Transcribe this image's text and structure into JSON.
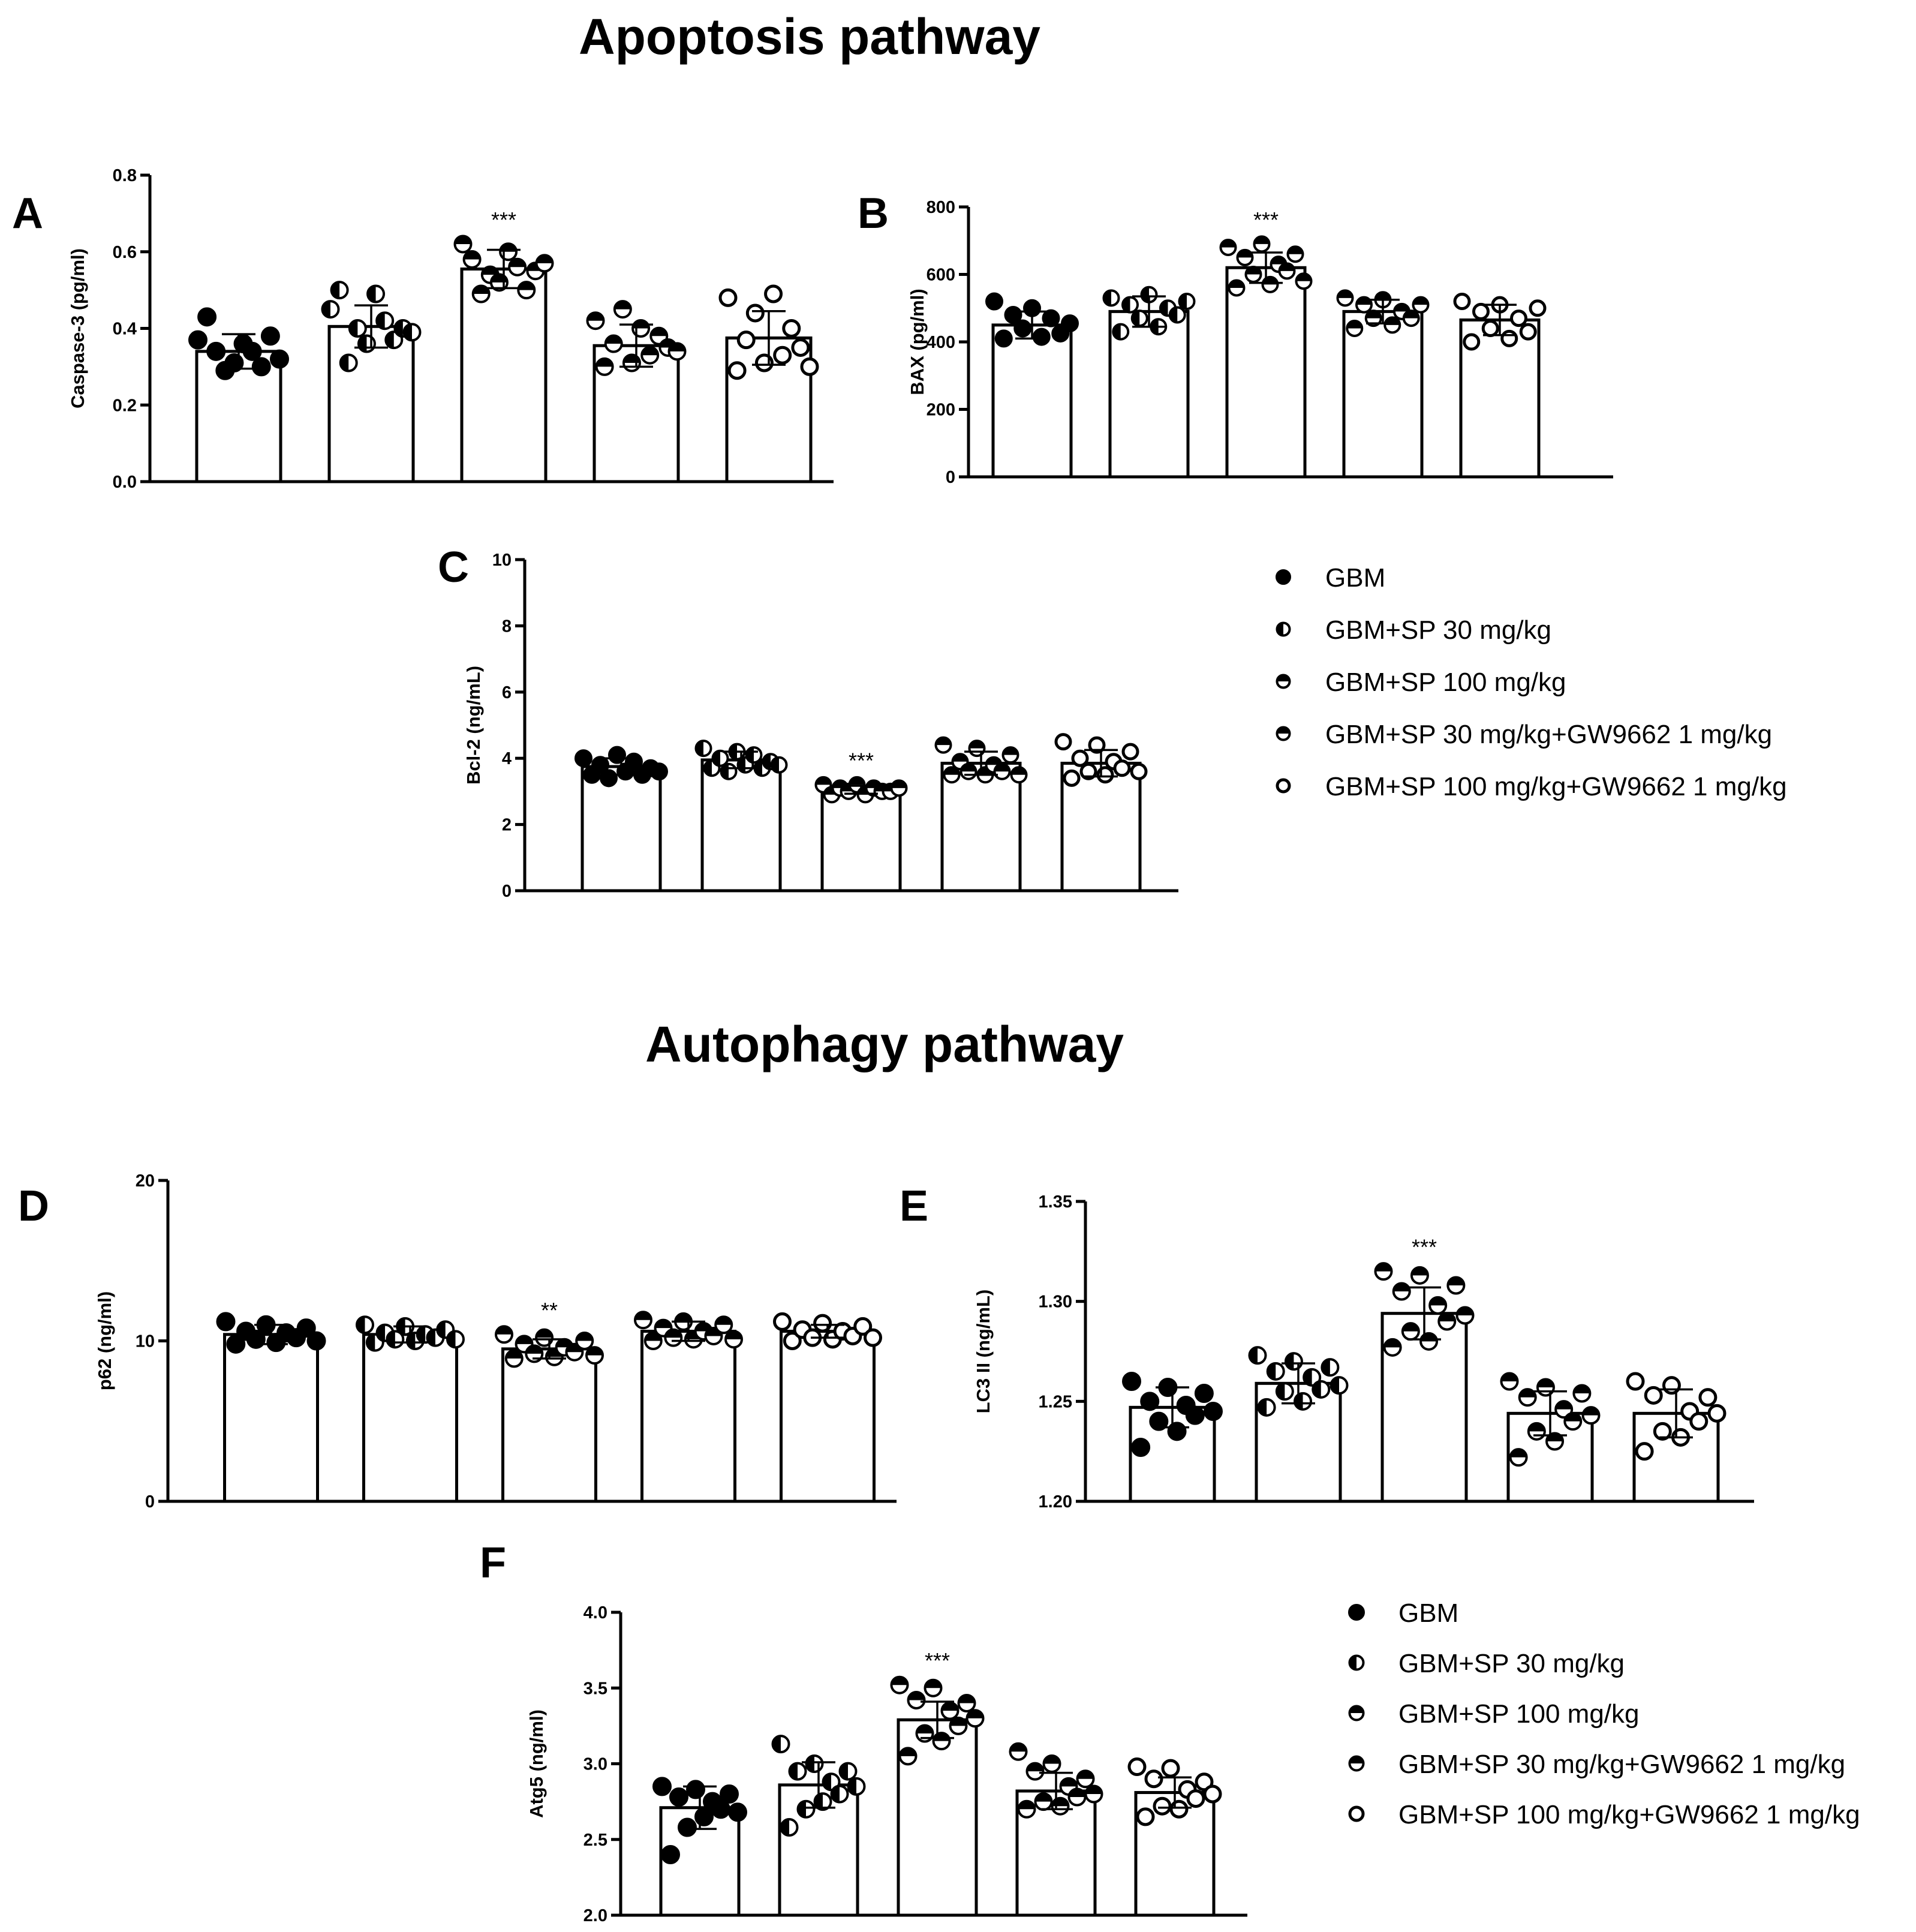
{
  "titles": {
    "apoptosis": "Apoptosis pathway",
    "autophagy": "Autophagy pathway"
  },
  "legend": {
    "entries": [
      {
        "label": "GBM",
        "marker": "filled"
      },
      {
        "label": "GBM+SP 30 mg/kg",
        "marker": "half-left"
      },
      {
        "label": "GBM+SP 100 mg/kg",
        "marker": "half-top"
      },
      {
        "label": "GBM+SP 30 mg/kg+GW9662 1 mg/kg",
        "marker": "half-top"
      },
      {
        "label": "GBM+SP 100 mg/kg+GW9662 1 mg/kg",
        "marker": "open"
      }
    ]
  },
  "chart_data": [
    {
      "id": "A",
      "type": "bar",
      "letter": "A",
      "ylabel": "Caspase-3 (pg/ml)",
      "ylim": [
        0,
        0.8
      ],
      "yticks": [
        "0.0",
        "0.2",
        "0.4",
        "0.6",
        "0.8"
      ],
      "categories": [
        "GBM",
        "GBM+SP 30 mg/kg",
        "GBM+SP 100 mg/kg",
        "GBM+SP 30 mg/kg+GW9662 1 mg/kg",
        "GBM+SP 100 mg/kg+GW9662 1 mg/kg"
      ],
      "values": [
        0.34,
        0.405,
        0.555,
        0.355,
        0.375
      ],
      "errors": [
        0.045,
        0.055,
        0.05,
        0.055,
        0.07
      ],
      "annotations": [
        {
          "index": 2,
          "text": "***"
        }
      ],
      "points": [
        [
          0.37,
          0.43,
          0.34,
          0.29,
          0.31,
          0.36,
          0.34,
          0.3,
          0.38,
          0.32
        ],
        [
          0.45,
          0.5,
          0.31,
          0.4,
          0.36,
          0.49,
          0.42,
          0.37,
          0.4,
          0.39
        ],
        [
          0.62,
          0.58,
          0.49,
          0.54,
          0.52,
          0.6,
          0.56,
          0.5,
          0.55,
          0.57
        ],
        [
          0.42,
          0.3,
          0.36,
          0.45,
          0.31,
          0.4,
          0.33,
          0.38,
          0.35,
          0.34
        ],
        [
          0.48,
          0.29,
          0.37,
          0.44,
          0.31,
          0.49,
          0.33,
          0.4,
          0.35,
          0.3
        ]
      ]
    },
    {
      "id": "B",
      "type": "bar",
      "letter": "B",
      "ylabel": "BAX (pg/ml)",
      "ylim": [
        0,
        800
      ],
      "yticks": [
        "0",
        "200",
        "400",
        "600",
        "800"
      ],
      "categories": [
        "GBM",
        "GBM+SP 30 mg/kg",
        "GBM+SP 100 mg/kg",
        "GBM+SP 30 mg/kg+GW9662 1 mg/kg",
        "GBM+SP 100 mg/kg+GW9662 1 mg/kg"
      ],
      "values": [
        450,
        490,
        620,
        490,
        465
      ],
      "errors": [
        40,
        45,
        45,
        35,
        45
      ],
      "annotations": [
        {
          "index": 2,
          "text": "***"
        }
      ],
      "points": [
        [
          520,
          410,
          480,
          440,
          500,
          415,
          470,
          425,
          455
        ],
        [
          530,
          430,
          510,
          470,
          540,
          445,
          500,
          480,
          520
        ],
        [
          680,
          560,
          650,
          600,
          690,
          570,
          630,
          610,
          660,
          580
        ],
        [
          530,
          440,
          510,
          470,
          525,
          450,
          490,
          470,
          510
        ],
        [
          520,
          400,
          490,
          440,
          510,
          410,
          470,
          430,
          500
        ]
      ]
    },
    {
      "id": "C",
      "type": "bar",
      "letter": "C",
      "ylabel": "Bcl-2 (ng/mL)",
      "ylim": [
        0,
        10
      ],
      "yticks": [
        "0",
        "2",
        "4",
        "6",
        "8",
        "10"
      ],
      "categories": [
        "GBM",
        "GBM+SP 30 mg/kg",
        "GBM+SP 100 mg/kg",
        "GBM+SP 30 mg/kg+GW9662 1 mg/kg",
        "GBM+SP 100 mg/kg+GW9662 1 mg/kg"
      ],
      "values": [
        3.75,
        3.95,
        3.05,
        3.85,
        3.85
      ],
      "errors": [
        0.25,
        0.25,
        0.12,
        0.35,
        0.4
      ],
      "annotations": [
        {
          "index": 2,
          "text": "***"
        }
      ],
      "points": [
        [
          4.0,
          3.5,
          3.8,
          3.4,
          4.1,
          3.6,
          3.9,
          3.5,
          3.7,
          3.6
        ],
        [
          4.3,
          3.7,
          4.0,
          3.6,
          4.2,
          3.8,
          4.1,
          3.7,
          3.9,
          3.8
        ],
        [
          3.2,
          2.9,
          3.1,
          3.0,
          3.2,
          2.9,
          3.1,
          3.0,
          3.0,
          3.1
        ],
        [
          4.4,
          3.5,
          3.9,
          3.6,
          4.3,
          3.5,
          3.8,
          3.6,
          4.1,
          3.5
        ],
        [
          4.5,
          3.4,
          4.0,
          3.6,
          4.4,
          3.5,
          3.9,
          3.7,
          4.2,
          3.6
        ]
      ]
    },
    {
      "id": "D",
      "type": "bar",
      "letter": "D",
      "ylabel": "p62 (ng/ml)",
      "ylim": [
        0,
        20
      ],
      "yticks": [
        "0",
        "10",
        "20"
      ],
      "categories": [
        "GBM",
        "GBM+SP 30 mg/kg",
        "GBM+SP 100 mg/kg",
        "GBM+SP 30 mg/kg+GW9662 1 mg/kg",
        "GBM+SP 100 mg/kg+GW9662 1 mg/kg"
      ],
      "values": [
        10.4,
        10.4,
        9.5,
        10.6,
        10.6
      ],
      "errors": [
        0.6,
        0.5,
        0.6,
        0.6,
        0.4
      ],
      "annotations": [
        {
          "index": 1.0,
          "text": ""
        },
        {
          "index": 2,
          "text": "**"
        }
      ],
      "points": [
        [
          11.2,
          9.8,
          10.6,
          10.1,
          11.0,
          9.9,
          10.5,
          10.2,
          10.8,
          10.0
        ],
        [
          11.0,
          9.9,
          10.5,
          10.1,
          10.9,
          10.0,
          10.4,
          10.2,
          10.7,
          10.1
        ],
        [
          10.4,
          8.9,
          9.8,
          9.2,
          10.2,
          9.0,
          9.6,
          9.3,
          10.0,
          9.1
        ],
        [
          11.3,
          10.0,
          10.8,
          10.2,
          11.2,
          10.1,
          10.6,
          10.3,
          11.0,
          10.1
        ],
        [
          11.2,
          10.0,
          10.7,
          10.2,
          11.1,
          10.1,
          10.6,
          10.3,
          10.9,
          10.2
        ]
      ]
    },
    {
      "id": "E",
      "type": "bar",
      "letter": "E",
      "ylabel": "LC3 II (ng/mL)",
      "ylim": [
        1.2,
        1.35
      ],
      "yticks": [
        "1.20",
        "1.25",
        "1.30",
        "1.35"
      ],
      "categories": [
        "GBM",
        "GBM+SP 30 mg/kg",
        "GBM+SP 100 mg/kg",
        "GBM+SP 30 mg/kg+GW9662 1 mg/kg",
        "GBM+SP 100 mg/kg+GW9662 1 mg/kg"
      ],
      "values": [
        1.247,
        1.259,
        1.294,
        1.244,
        1.244
      ],
      "errors": [
        0.01,
        0.01,
        0.013,
        0.011,
        0.012
      ],
      "annotations": [
        {
          "index": 2,
          "text": "***"
        }
      ],
      "points": [
        [
          1.26,
          1.227,
          1.25,
          1.24,
          1.257,
          1.235,
          1.248,
          1.243,
          1.254,
          1.245
        ],
        [
          1.273,
          1.247,
          1.265,
          1.255,
          1.27,
          1.25,
          1.262,
          1.256,
          1.267,
          1.258
        ],
        [
          1.315,
          1.277,
          1.305,
          1.285,
          1.313,
          1.28,
          1.298,
          1.29,
          1.308,
          1.293
        ],
        [
          1.26,
          1.222,
          1.252,
          1.235,
          1.257,
          1.23,
          1.246,
          1.24,
          1.254,
          1.243
        ],
        [
          1.26,
          1.225,
          1.253,
          1.235,
          1.258,
          1.232,
          1.245,
          1.24,
          1.252,
          1.244
        ]
      ]
    },
    {
      "id": "F",
      "type": "bar",
      "letter": "F",
      "ylabel": "Atg5 (ng/ml)",
      "ylim": [
        2.0,
        4.0
      ],
      "yticks": [
        "2.0",
        "2.5",
        "3.0",
        "3.5",
        "4.0"
      ],
      "categories": [
        "GBM",
        "GBM+SP 30 mg/kg",
        "GBM+SP 100 mg/kg",
        "GBM+SP 30 mg/kg+GW9662 1 mg/kg",
        "GBM+SP 100 mg/kg+GW9662 1 mg/kg"
      ],
      "values": [
        2.71,
        2.86,
        3.29,
        2.82,
        2.81
      ],
      "errors": [
        0.14,
        0.15,
        0.12,
        0.12,
        0.1
      ],
      "annotations": [
        {
          "index": 2,
          "text": "***"
        }
      ],
      "points": [
        [
          2.85,
          2.4,
          2.78,
          2.58,
          2.83,
          2.65,
          2.75,
          2.7,
          2.8,
          2.68
        ],
        [
          3.13,
          2.58,
          2.95,
          2.7,
          3.0,
          2.75,
          2.88,
          2.8,
          2.95,
          2.85
        ],
        [
          3.52,
          3.05,
          3.42,
          3.2,
          3.5,
          3.15,
          3.35,
          3.25,
          3.4,
          3.3
        ],
        [
          3.08,
          2.7,
          2.95,
          2.75,
          3.0,
          2.72,
          2.85,
          2.78,
          2.9,
          2.8
        ],
        [
          2.98,
          2.65,
          2.9,
          2.72,
          2.97,
          2.7,
          2.83,
          2.77,
          2.88,
          2.8
        ]
      ]
    }
  ]
}
